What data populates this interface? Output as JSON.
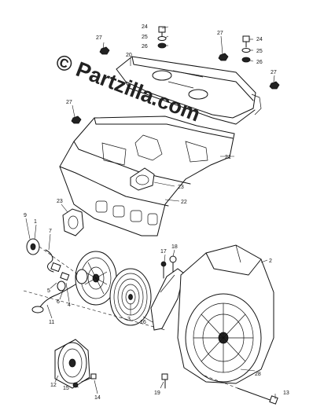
{
  "watermark": {
    "text": "© Partzilla.com"
  },
  "callouts": {
    "c1": "1",
    "c2": "2",
    "c3": "3",
    "c4": "4",
    "c5": "5",
    "c6": "6",
    "c7": "7",
    "c9": "9",
    "c11": "11",
    "c12": "12",
    "c13": "13",
    "c14": "14",
    "c15": "15",
    "c16": "16",
    "c17": "17",
    "c18": "18",
    "c19": "19",
    "c20": "20",
    "c21": "21",
    "c22": "22",
    "c23a": "23",
    "c23b": "23",
    "c24a": "24",
    "c24b": "24",
    "c25a": "25",
    "c25b": "25",
    "c26a": "26",
    "c26b": "26",
    "c27a": "27",
    "c27b": "27",
    "c27c": "27",
    "c27d": "27",
    "c28": "28"
  }
}
